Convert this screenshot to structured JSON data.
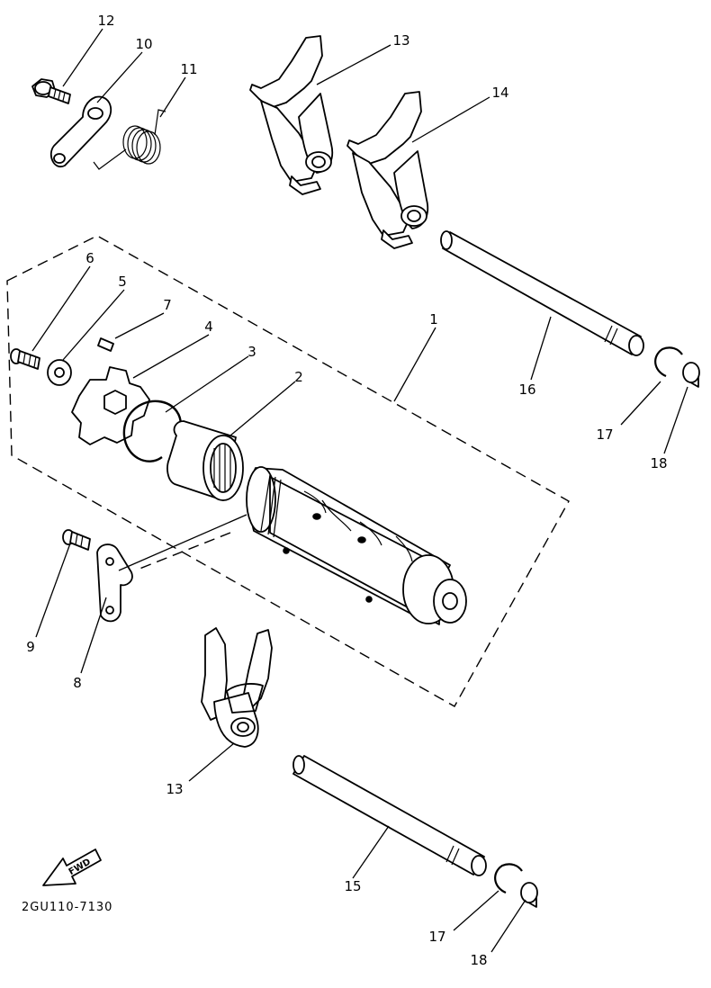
{
  "diagram": {
    "code": "2GU110-7130",
    "fwd_label": "FWD",
    "callouts": {
      "c1": "1",
      "c2": "2",
      "c3": "3",
      "c4": "4",
      "c5": "5",
      "c6": "6",
      "c7": "7",
      "c8": "8",
      "c9": "9",
      "c10": "10",
      "c11": "11",
      "c12": "12",
      "c13a": "13",
      "c13b": "13",
      "c14": "14",
      "c15": "15",
      "c16": "16",
      "c17a": "17",
      "c17b": "17",
      "c18a": "18",
      "c18b": "18"
    }
  }
}
